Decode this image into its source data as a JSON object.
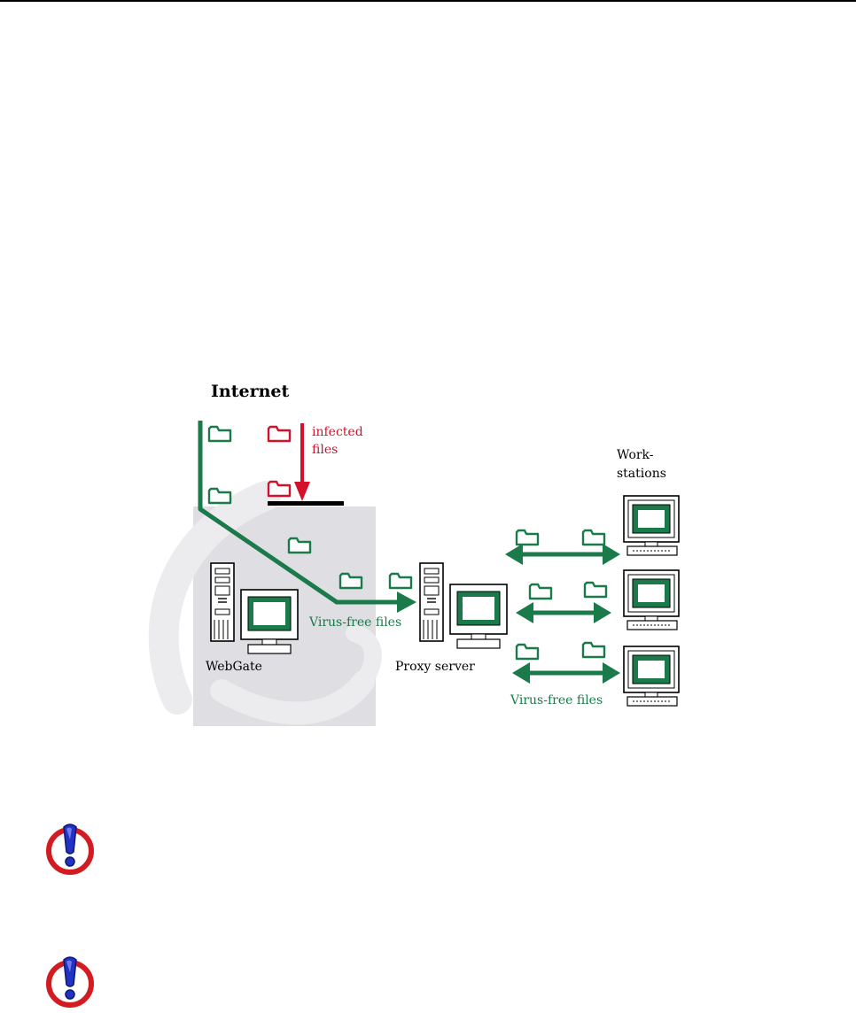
{
  "diagram": {
    "internet_label": "Internet",
    "infected_label_line1": "infected",
    "infected_label_line2": "files",
    "workstations_label_line1": "Work-",
    "workstations_label_line2": "stations",
    "webgate_label": "WebGate",
    "proxy_label": "Proxy server",
    "virus_free_label_mid": "Virus-free files",
    "virus_free_label_right": "Virus-free files",
    "colors": {
      "clean_flow": "#1a7a4a",
      "infected_flow": "#d4102a",
      "barrier": "#000000",
      "monitor_screen": "#1a7a4a",
      "watermark_bg": "#dedee3"
    }
  },
  "notes": {
    "warning_icon": "exclamation-warning-icon"
  }
}
